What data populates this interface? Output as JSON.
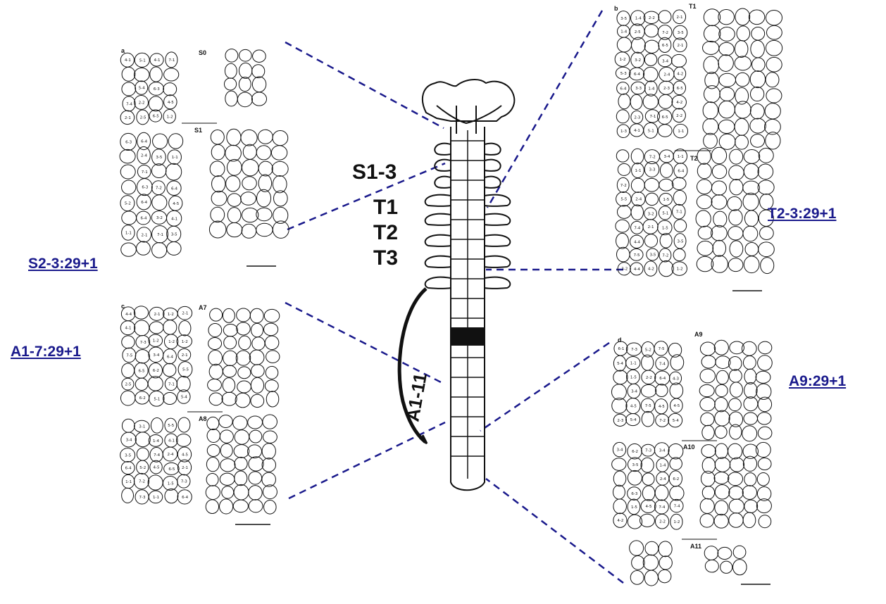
{
  "links": {
    "s2_3": "S2-3:29+1",
    "a1_7": "A1-7:29+1",
    "t2_3": "T2-3:29+1",
    "a9": "A9:29+1"
  },
  "embryo_labels": {
    "s": "S1-3",
    "t1": "T1",
    "t2": "T2",
    "t3": "T3",
    "a": "A1-11"
  },
  "panels": {
    "a": {
      "letter": "a",
      "top_label": "S0",
      "bottom_label": "S1"
    },
    "b": {
      "letter": "b",
      "top_label": "T1",
      "bottom_label": "T2"
    },
    "c": {
      "letter": "c",
      "top_label": "A7",
      "bottom_label": "A8"
    },
    "d": {
      "letter": "d",
      "top_label": "A9",
      "mid_label": "A10",
      "bottom_label": "A11"
    }
  },
  "colors": {
    "link": "#1a1a8c",
    "dash": "#1a1a8c",
    "ink": "#111111"
  }
}
